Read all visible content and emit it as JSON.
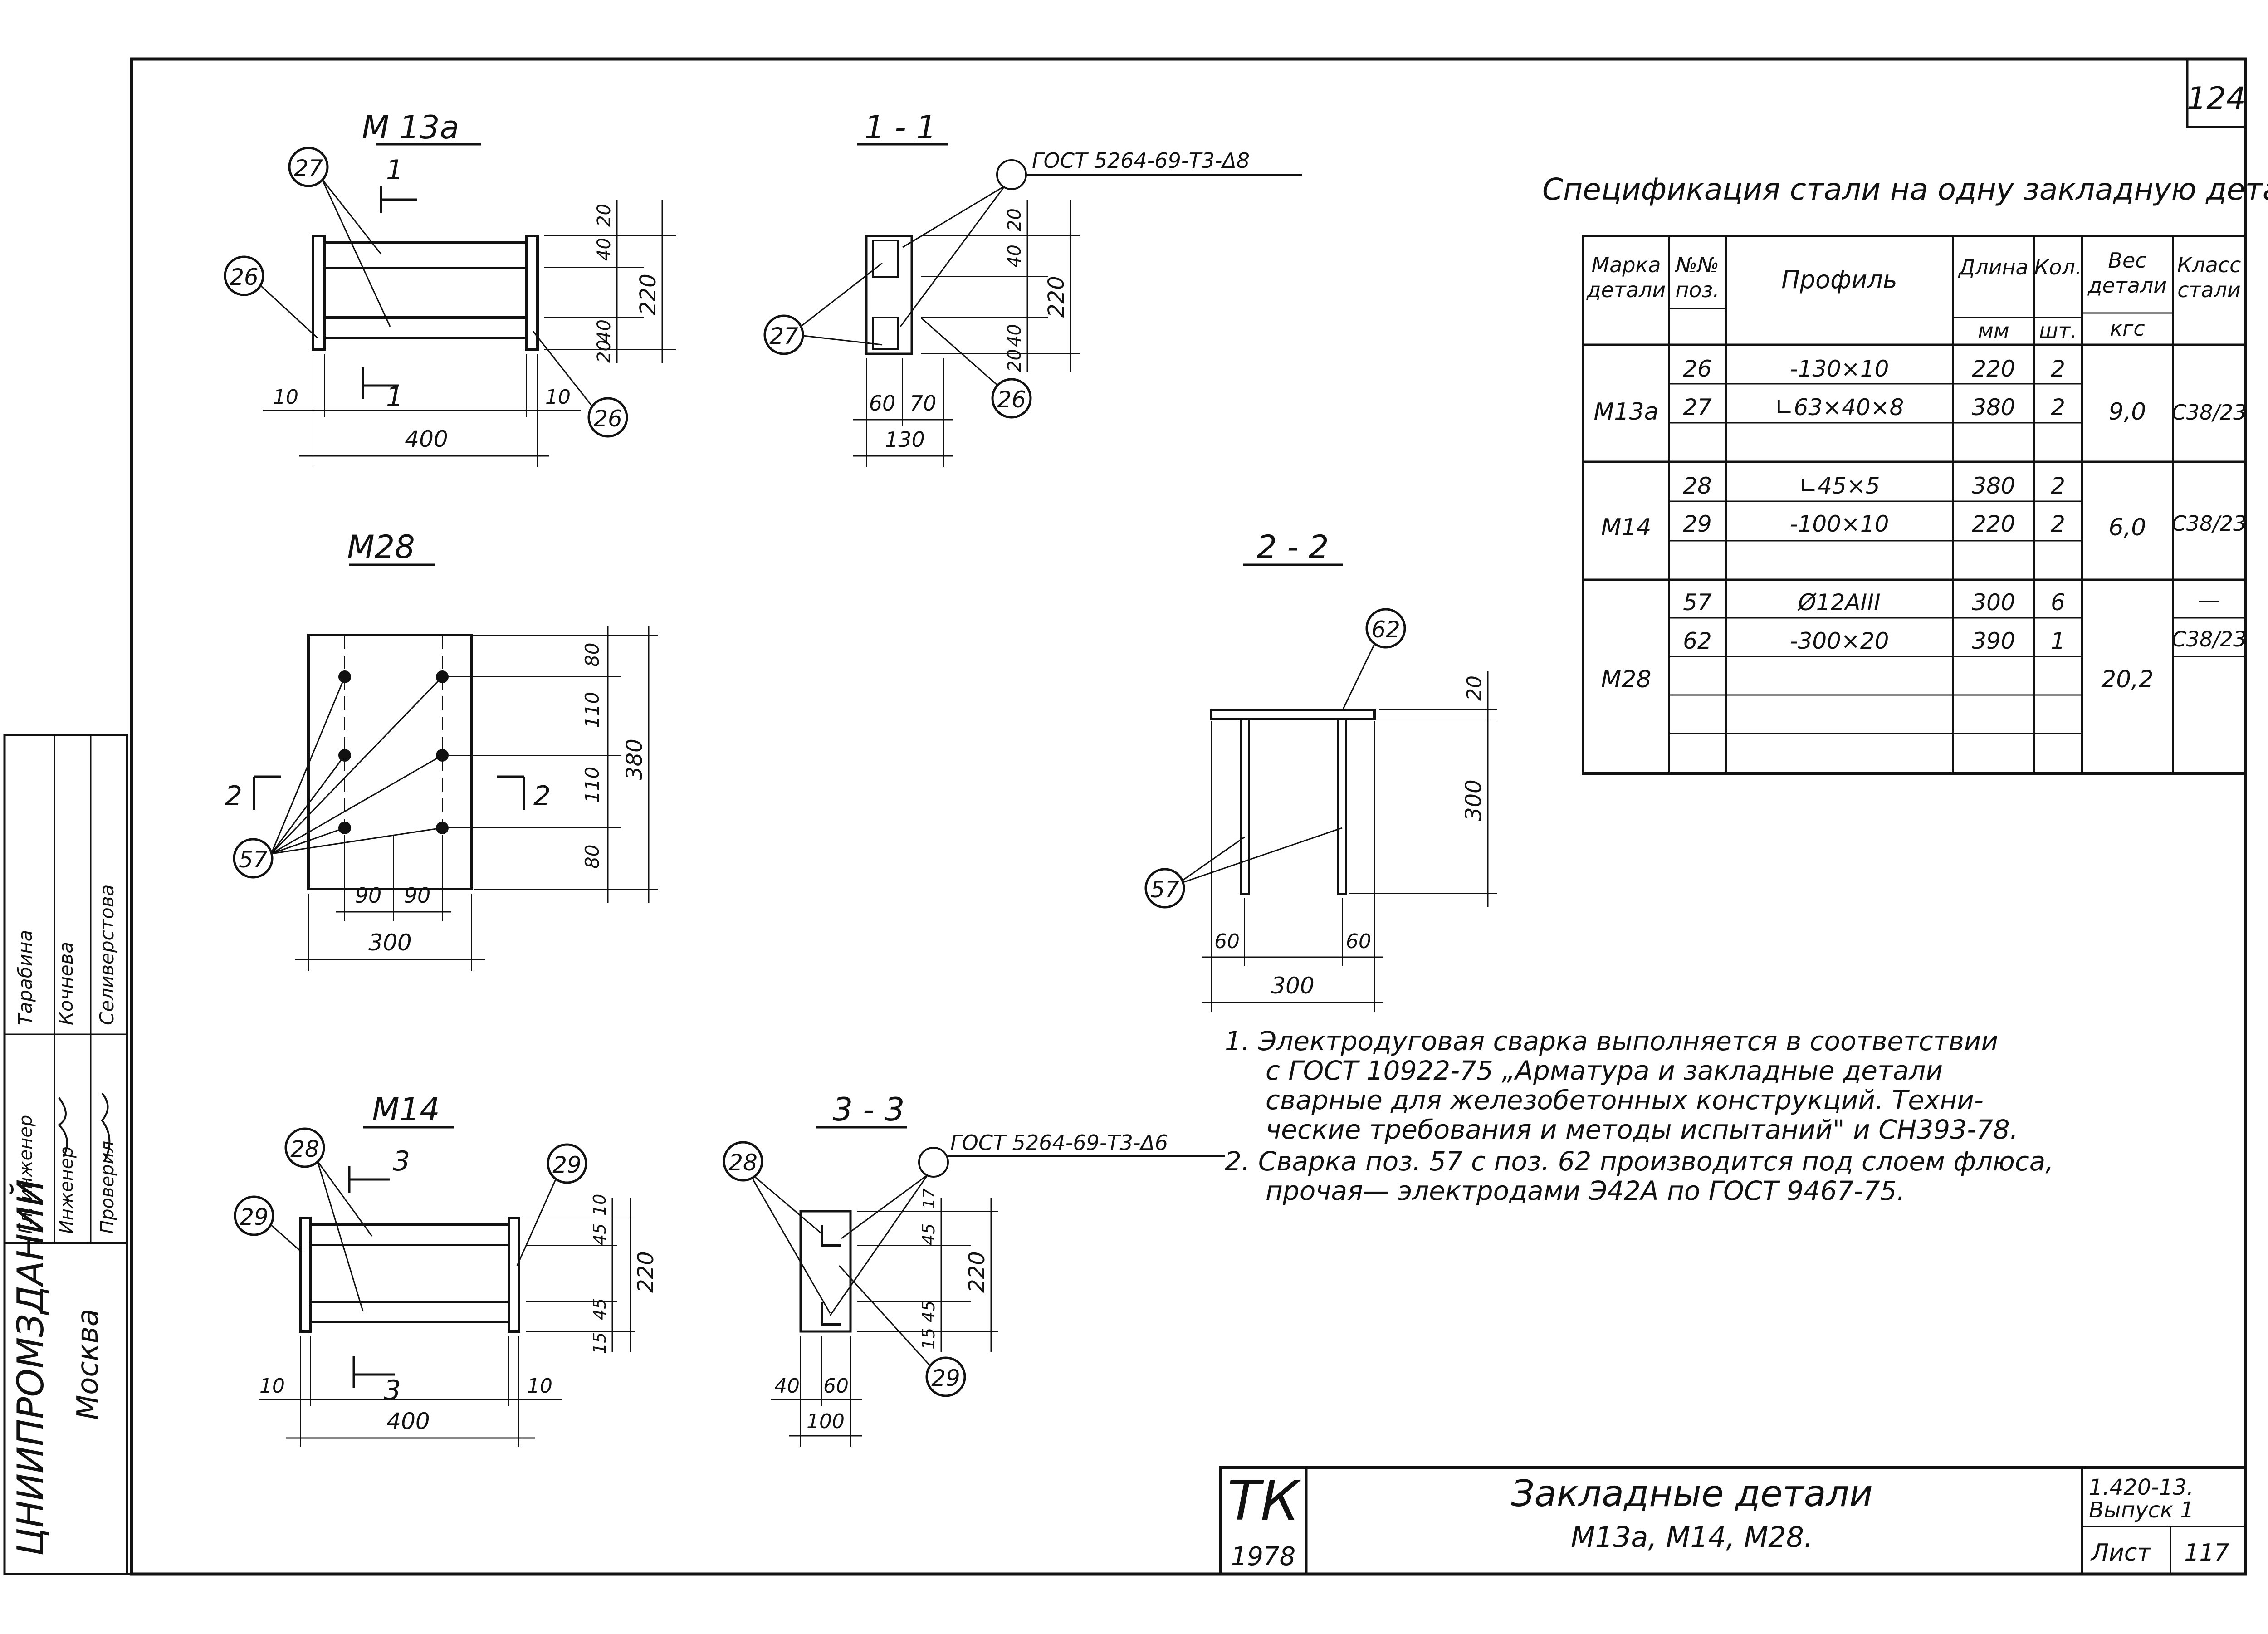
{
  "sheet_corner_number": "124",
  "drawings": {
    "m13a": {
      "title": "M 13a",
      "section_mark": "1",
      "callouts": [
        "27",
        "26",
        "26"
      ],
      "dims": [
        "40",
        "40",
        "20",
        "20",
        "220",
        "10",
        "10",
        "400"
      ]
    },
    "sec11": {
      "title": "1 - 1",
      "weld": "ГОСТ 5264-69-Т3-Δ8",
      "callouts": [
        "27",
        "26"
      ],
      "dims": [
        "20",
        "40",
        "40",
        "20",
        "220",
        "60",
        "70",
        "130"
      ]
    },
    "m28": {
      "title": "M28",
      "section_mark": "2",
      "callouts": [
        "57"
      ],
      "dims": [
        "80",
        "110",
        "110",
        "80",
        "380",
        "90",
        "90",
        "300"
      ]
    },
    "sec22": {
      "title": "2 - 2",
      "callouts": [
        "62",
        "57"
      ],
      "dims": [
        "20",
        "300",
        "60",
        "60",
        "300"
      ]
    },
    "m14": {
      "title": "M14",
      "section_mark": "3",
      "callouts": [
        "28",
        "29",
        "29"
      ],
      "dims": [
        "10",
        "45",
        "45",
        "15",
        "220",
        "10",
        "10",
        "400"
      ]
    },
    "sec33": {
      "title": "3 - 3",
      "weld": "ГОСТ 5264-69-Т3-Δ6",
      "callouts": [
        "28",
        "29"
      ],
      "dims": [
        "17",
        "45",
        "45",
        "15",
        "220",
        "40",
        "60",
        "100"
      ]
    }
  },
  "spec": {
    "title": "Спецификация стали на одну закладную деталь",
    "headers": {
      "mark": [
        "Марка",
        "детали"
      ],
      "pos": [
        "№№",
        "поз."
      ],
      "profile": "Профиль",
      "length": "Длина",
      "length_unit": "мм",
      "qty": "Кол.",
      "qty_unit": "шт.",
      "weight": [
        "Вес",
        "детали"
      ],
      "weight_unit": "кгс",
      "class": [
        "Класс",
        "стали"
      ]
    },
    "groups": [
      {
        "mark": "M13a",
        "weight": "9,0",
        "rows": [
          {
            "pos": "26",
            "profile": "-130×10",
            "length": "220",
            "qty": "2",
            "class": "С38/23"
          },
          {
            "pos": "27",
            "profile": "∟63×40×8",
            "length": "380",
            "qty": "2",
            "class": ""
          },
          {
            "pos": "",
            "profile": "",
            "length": "",
            "qty": "",
            "class": ""
          }
        ]
      },
      {
        "mark": "M14",
        "weight": "6,0",
        "rows": [
          {
            "pos": "28",
            "profile": "∟45×5",
            "length": "380",
            "qty": "2",
            "class": "С38/23"
          },
          {
            "pos": "29",
            "profile": "-100×10",
            "length": "220",
            "qty": "2",
            "class": ""
          },
          {
            "pos": "",
            "profile": "",
            "length": "",
            "qty": "",
            "class": ""
          }
        ]
      },
      {
        "mark": "M28",
        "weight": "20,2",
        "rows": [
          {
            "pos": "57",
            "profile": "Ø12AIII",
            "length": "300",
            "qty": "6",
            "class": "—"
          },
          {
            "pos": "62",
            "profile": "-300×20",
            "length": "390",
            "qty": "1",
            "class": "С38/23"
          },
          {
            "pos": "",
            "profile": "",
            "length": "",
            "qty": "",
            "class": ""
          },
          {
            "pos": "",
            "profile": "",
            "length": "",
            "qty": "",
            "class": ""
          },
          {
            "pos": "",
            "profile": "",
            "length": "",
            "qty": "",
            "class": ""
          }
        ]
      }
    ]
  },
  "notes": [
    "1.  Электродуговая сварка выполняется в соответствии",
    "с ГОСТ 10922-75 „Арматура и закладные детали",
    "сварные для железобетонных конструкций. Техни-",
    "ческие требования и методы испытаний\" и СН393-78.",
    "2.  Сварка поз. 57 с поз. 62 производится под слоем флюса,",
    "прочая— электродами Э42А по ГОСТ 9467-75."
  ],
  "title_block": {
    "tk": "ТК",
    "year": "1978",
    "title": "Закладные детали",
    "subtitle": "М13а, М14, М28.",
    "series": "1.420-13.",
    "issue": "Выпуск 1",
    "sheet_label": "Лист",
    "sheet_no": "117"
  },
  "stamp": {
    "org": "ЦНИИПРОМЗДАНИЙ",
    "city": "Москва",
    "roles": [
      "Гл. инженер",
      "Инженер",
      "Проверил"
    ],
    "names": [
      "Тарабина",
      "Кочнева",
      "Селиверстова"
    ]
  }
}
